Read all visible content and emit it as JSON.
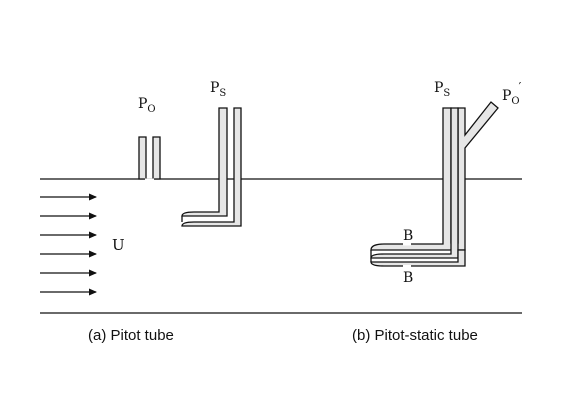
{
  "labels": {
    "p0": "P",
    "p0_sub": "O",
    "ps_a": "P",
    "ps_a_sub": "S",
    "ps_b": "P",
    "ps_b_sub": "S",
    "p0_prime": "P",
    "p0_prime_sub": "O",
    "p0_prime_mark": "′",
    "velocity": "U",
    "b_upper": "B",
    "b_lower": "B"
  },
  "captions": {
    "a": "(a) Pitot tube",
    "b": "(b) Pitot-static tube"
  },
  "flow_arrows": 6,
  "colors": {
    "stroke": "#111111",
    "tube_fill": "#e6e6e6"
  }
}
